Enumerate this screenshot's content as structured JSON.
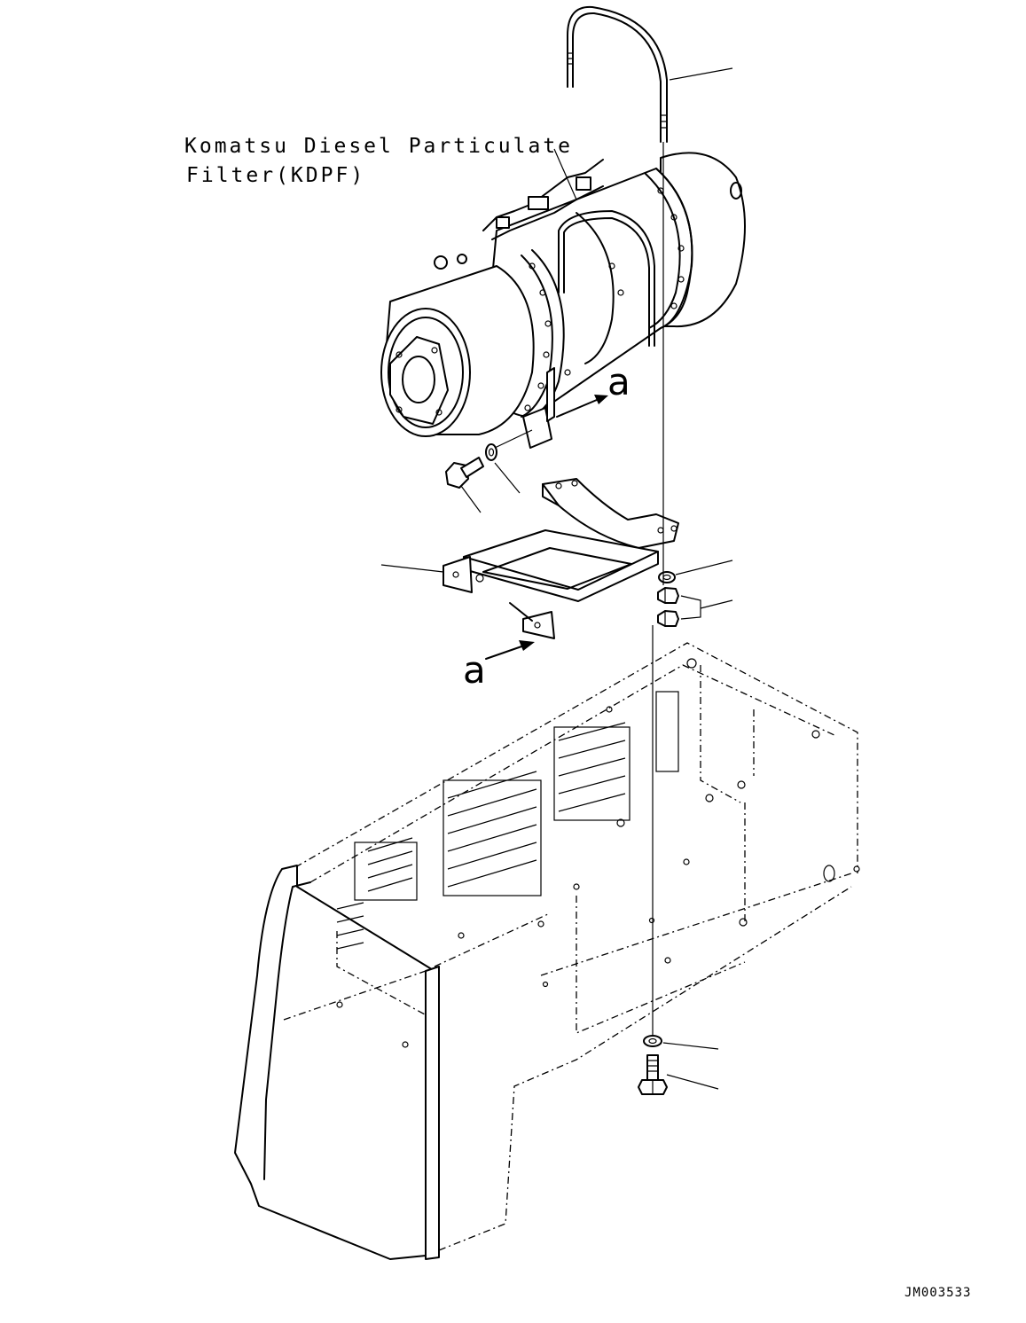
{
  "diagram": {
    "caption_line1": "Komatsu Diesel Particulate",
    "caption_line2": "Filter(KDPF)",
    "arrow_label_upper": "a",
    "arrow_label_lower": "a",
    "drawing_code": "JM003533"
  }
}
